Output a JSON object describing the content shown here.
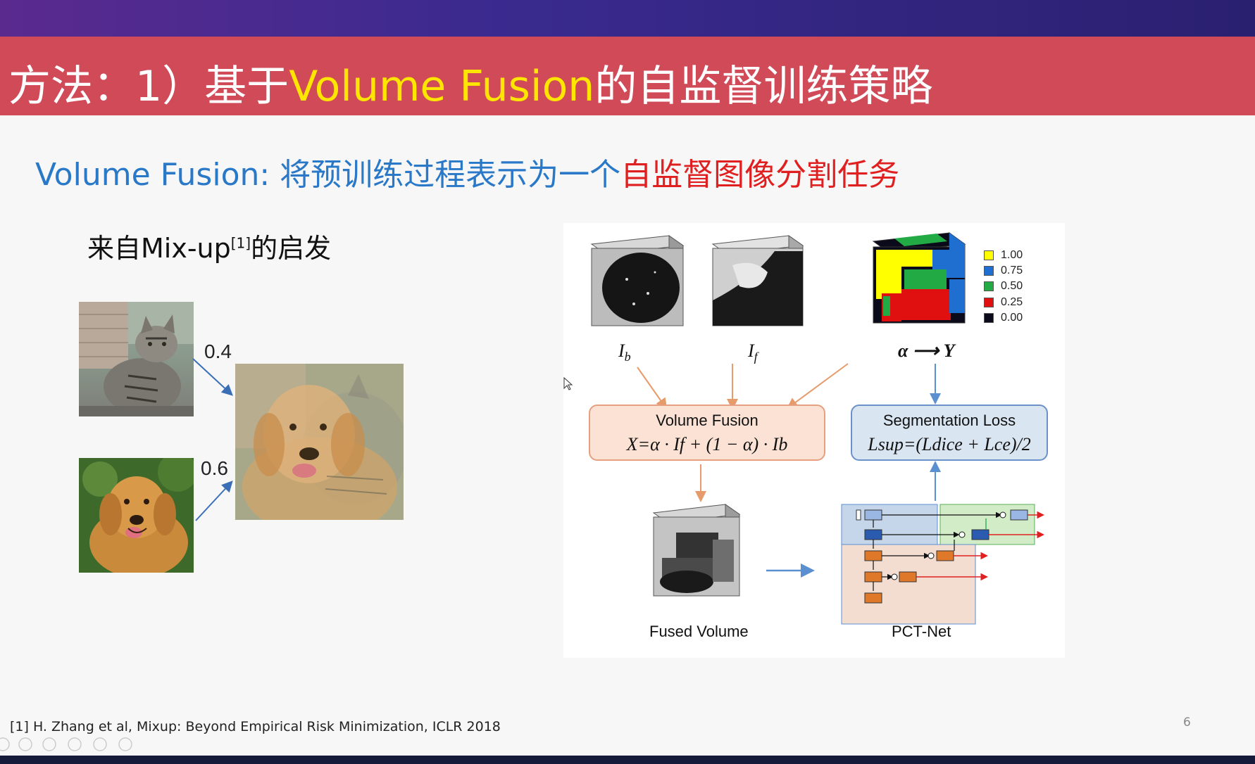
{
  "slide": {
    "title_prefix": "方法：1）基于",
    "title_highlight": "Volume Fusion",
    "title_suffix": "的自监督训练策略",
    "subtitle_blue": "Volume Fusion: 将预训练过程表示为一个",
    "subtitle_red": "自监督图像分割任务",
    "mixup_label_prefix": "来自Mix-up",
    "mixup_label_sup": "[1]",
    "mixup_label_suffix": "的启发",
    "cat_weight": "0.4",
    "dog_weight": "0.6",
    "footnote": "[1] H. Zhang et al, Mixup: Beyond Empirical Risk Minimization, ICLR 2018",
    "page_number": "6"
  },
  "figure": {
    "label_ib": "I",
    "label_ib_sub": "b",
    "label_if": "I",
    "label_if_sub": "f",
    "label_alpha_y": "α ⟶ Y",
    "legend": [
      {
        "label": "1.00",
        "color": "#ffff00"
      },
      {
        "label": "0.75",
        "color": "#1f6fd0"
      },
      {
        "label": "0.50",
        "color": "#22aa44"
      },
      {
        "label": "0.25",
        "color": "#e01010"
      },
      {
        "label": "0.00",
        "color": "#0a0a1a"
      }
    ],
    "fusion_box_title": "Volume Fusion",
    "fusion_box_formula": "X=α · If + (1 − α) · Ib",
    "loss_box_title": "Segmentation Loss",
    "loss_box_formula": "Lsup=(Ldice + Lce)/2",
    "fused_caption": "Fused Volume",
    "net_caption": "PCT-Net"
  },
  "colors": {
    "title_bar": "#d04a58",
    "highlight": "#ffe600",
    "subtitle_blue": "#2a78c8",
    "subtitle_red": "#e02020"
  }
}
